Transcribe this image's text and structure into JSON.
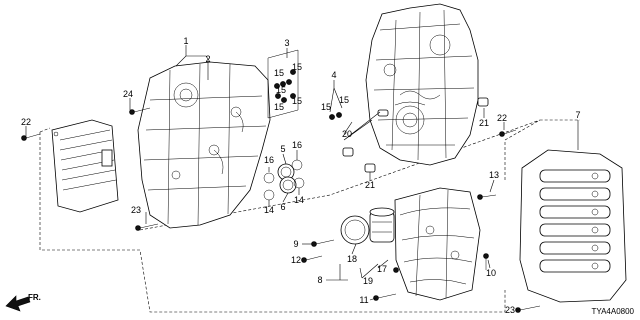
{
  "diagram_code": "TYA4A0800",
  "direction_label": "FR.",
  "callouts": {
    "c1": "1",
    "c2": "2",
    "c3": "3",
    "c4": "4",
    "c5": "5",
    "c6": "6",
    "c7": "7",
    "c8": "8",
    "c9": "9",
    "c10": "10",
    "c11": "11",
    "c12": "12",
    "c13": "13",
    "c14a": "14",
    "c14b": "14",
    "c15a": "15",
    "c15b": "15",
    "c15c": "15",
    "c15d": "15",
    "c15e": "15",
    "c15f": "15",
    "c15g": "15",
    "c16a": "16",
    "c16b": "16",
    "c17": "17",
    "c18": "18",
    "c19": "19",
    "c20": "20",
    "c21a": "21",
    "c21b": "21",
    "c22a": "22",
    "c22b": "22",
    "c23a": "23",
    "c23b": "23",
    "c24": "24"
  }
}
